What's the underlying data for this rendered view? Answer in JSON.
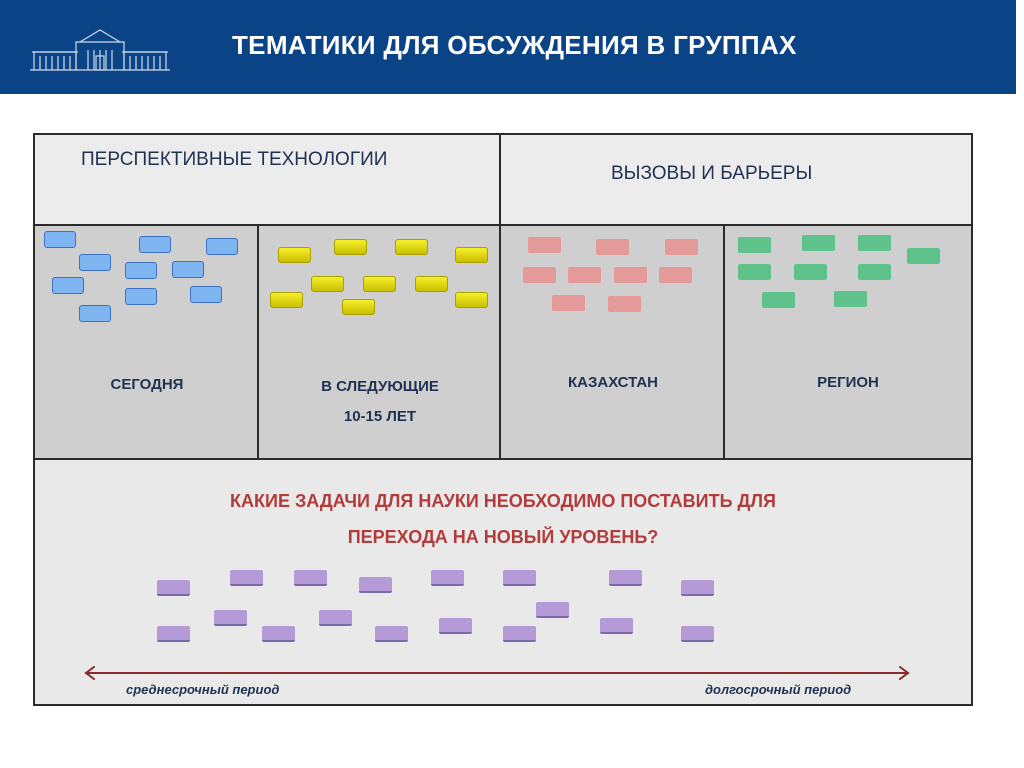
{
  "header": {
    "title": "ТЕМАТИКИ ДЛЯ ОБСУЖДЕНИЯ В ГРУППАХ",
    "logo_icon": "university-building-logo",
    "background_color": "#0b4387"
  },
  "sections": {
    "left_title": "ПЕРСПЕКТИВНЫЕ ТЕХНОЛОГИИ",
    "right_title": "ВЫЗОВЫ И БАРЬЕРЫ"
  },
  "columns": {
    "today": "СЕГОДНЯ",
    "next_line1": "В СЛЕДУЮЩИЕ",
    "next_line2": "10-15 ЛЕТ",
    "kazakhstan": "КАЗАХСТАН",
    "region": "РЕГИОН"
  },
  "question": {
    "line1": "КАКИЕ ЗАДАЧИ ДЛЯ НАУКИ НЕОБХОДИМО ПОСТАВИТЬ ДЛЯ",
    "line2": "ПЕРЕХОДА НА НОВЫЙ УРОВЕНЬ?",
    "color": "#b23b3b"
  },
  "timeline": {
    "left_label": "среднесрочный период",
    "right_label": "долгосрочный период",
    "arrow_color": "#8b2a2a"
  },
  "sticker_colors": {
    "blue": "#7fb6f2",
    "yellow": "#f6ef2a",
    "pink": "#e49a99",
    "green": "#5fc28a",
    "purple": "#b49ad6"
  }
}
